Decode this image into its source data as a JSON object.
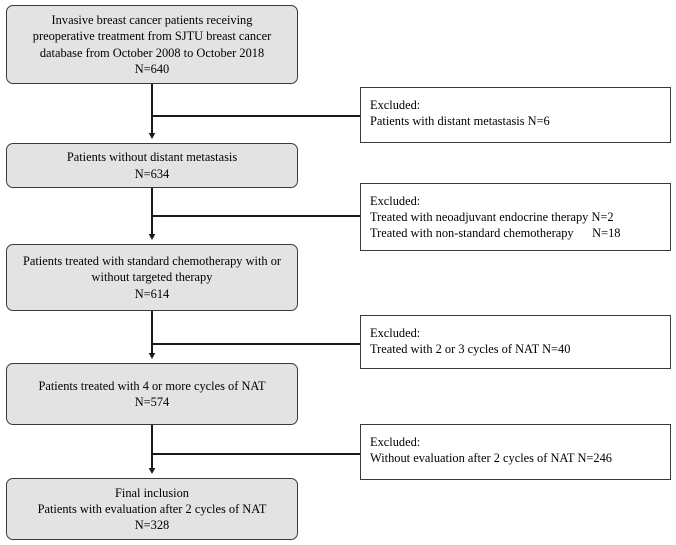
{
  "figure": {
    "type": "flowchart",
    "orientation": "vertical-with-right-exclusions",
    "colors": {
      "stage_fill": "#e3e3e3",
      "excluded_fill": "#ffffff",
      "border": "#3b3b3b",
      "connector": "#1a1a1a",
      "text": "#000000"
    }
  },
  "stages": [
    {
      "id": "cohort-source",
      "lines": [
        "Invasive breast cancer patients receiving",
        "preoperative treatment from SJTU breast cancer",
        "database from October 2008 to October 2018",
        "N=640"
      ],
      "count": 640
    },
    {
      "id": "no-metastasis",
      "lines": [
        "Patients without distant metastasis",
        "N=634"
      ],
      "count": 634
    },
    {
      "id": "standard-chemo",
      "lines": [
        "Patients treated with standard chemotherapy with or",
        "without targeted therapy",
        "N=614"
      ],
      "count": 614
    },
    {
      "id": "four-cycles",
      "lines": [
        "Patients treated with 4 or more cycles of NAT",
        "N=574"
      ],
      "count": 574
    },
    {
      "id": "final-inclusion",
      "lines": [
        "Final inclusion",
        "Patients with evaluation after 2 cycles of NAT",
        "N=328"
      ],
      "count": 328
    }
  ],
  "exclusions": [
    {
      "id": "excl-metastasis",
      "heading": "Excluded:",
      "lines": [
        "Patients with distant metastasis N=6"
      ],
      "counts": [
        6
      ]
    },
    {
      "id": "excl-therapy",
      "heading": "Excluded:",
      "lines": [
        "Treated with neoadjuvant endocrine therapy N=2",
        "Treated with non-standard chemotherapy      N=18"
      ],
      "counts": [
        2,
        18
      ]
    },
    {
      "id": "excl-cycles",
      "heading": "Excluded:",
      "lines": [
        "Treated with 2 or 3 cycles of NAT N=40"
      ],
      "counts": [
        40
      ]
    },
    {
      "id": "excl-evaluation",
      "heading": "Excluded:",
      "lines": [
        "Without evaluation after 2 cycles of NAT N=246"
      ],
      "counts": [
        246
      ]
    }
  ]
}
